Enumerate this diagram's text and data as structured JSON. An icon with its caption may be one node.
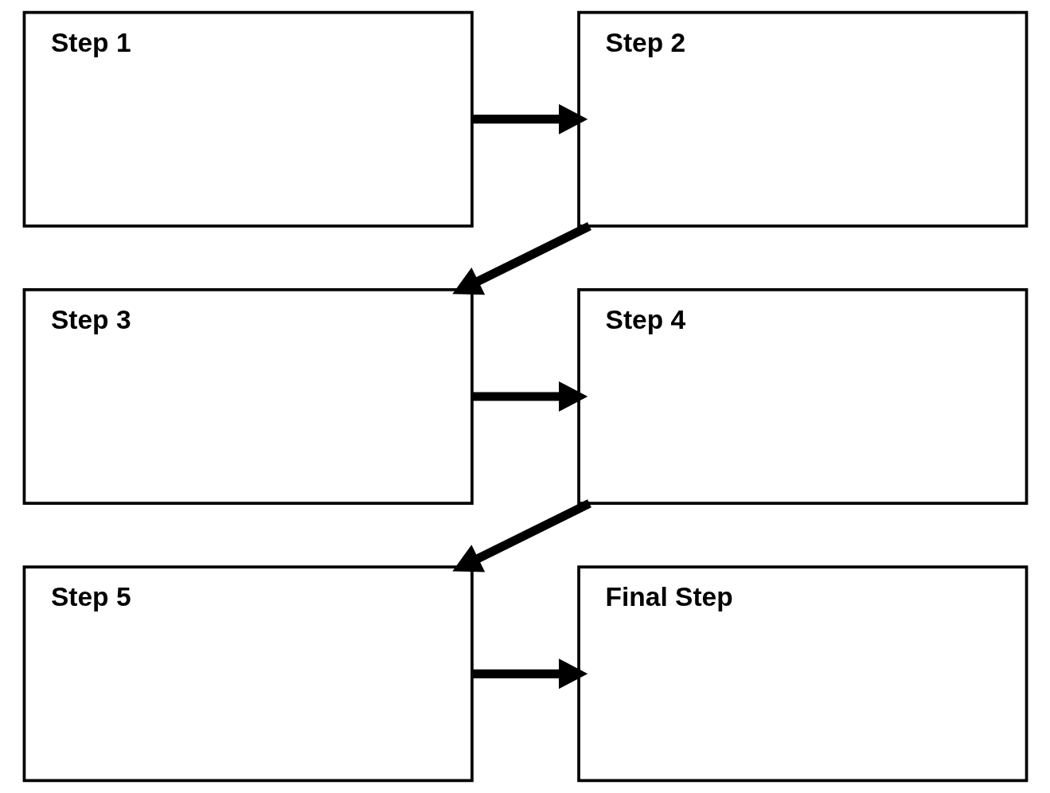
{
  "diagram": {
    "nodes": [
      {
        "text": [
          "Step 1"
        ]
      },
      {
        "text": [
          "Step 2"
        ]
      },
      {
        "text": [
          "Step 3"
        ]
      },
      {
        "text": [
          "Step 4"
        ]
      },
      {
        "text": [
          "Step 5"
        ]
      },
      {
        "text": [
          "Final Step"
        ]
      }
    ],
    "edges": [
      {
        "from": 0,
        "to": 1,
        "arrow": "to"
      },
      {
        "from": 1,
        "to": 2,
        "arrow": "to"
      },
      {
        "from": 2,
        "to": 3,
        "arrow": "to"
      },
      {
        "from": 3,
        "to": 4,
        "arrow": "to"
      },
      {
        "from": 4,
        "to": 5,
        "arrow": "to"
      }
    ]
  }
}
